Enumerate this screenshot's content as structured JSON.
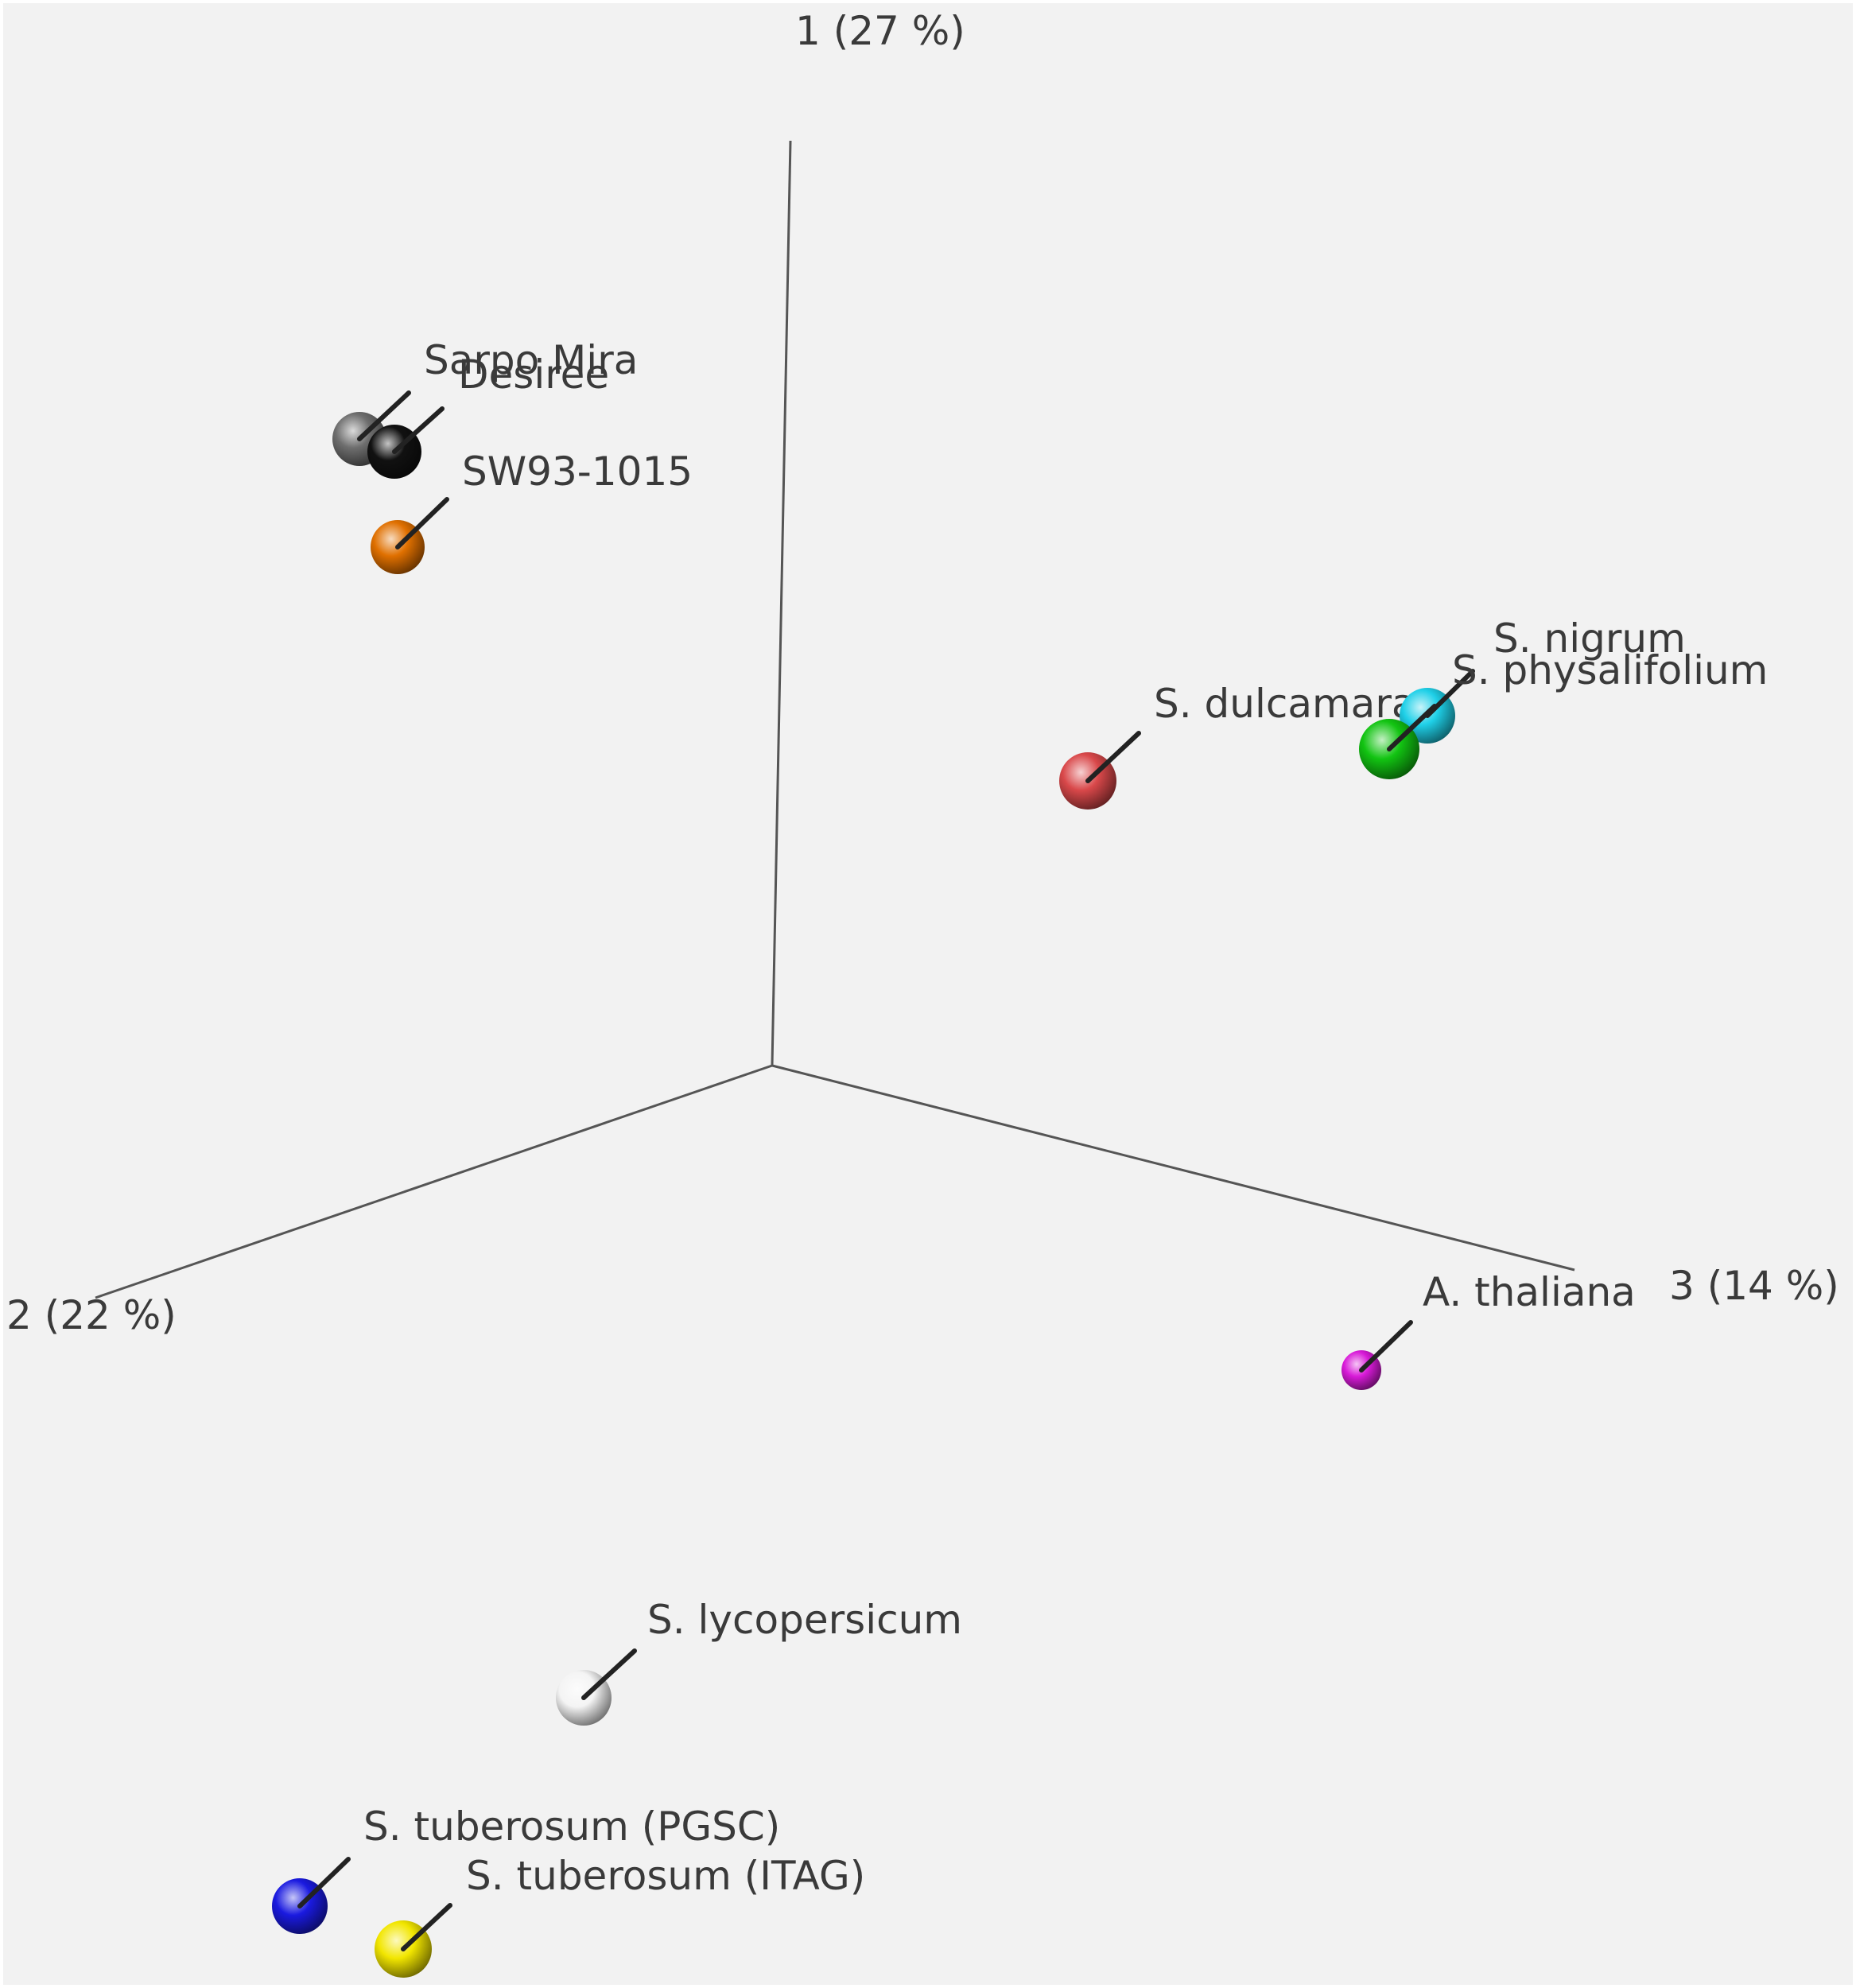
{
  "chart_data": {
    "type": "scatter",
    "subtype": "3d-pca",
    "title": "",
    "axes": [
      {
        "id": "1",
        "label": "1 (27 %)"
      },
      {
        "id": "2",
        "label": "2 (22 %)"
      },
      {
        "id": "3",
        "label": "3 (14 %)"
      }
    ],
    "grid": false,
    "legend": "none",
    "points": [
      {
        "label": "Sarpo Mira",
        "color": "#6e6e6e",
        "label_offset": 0
      },
      {
        "label": "Desiree",
        "color": "#111111",
        "label_offset": 1
      },
      {
        "label": "SW93-1015",
        "color": "#e07000",
        "label_offset": 2
      },
      {
        "label": "S. dulcamara",
        "color": "#d9484a",
        "label_offset": 3
      },
      {
        "label": "S. nigrum",
        "color": "#1fd0e8",
        "label_offset": 4
      },
      {
        "label": "S. physalifolium",
        "color": "#12c412",
        "label_offset": 5
      },
      {
        "label": "A. thaliana",
        "color": "#d81ad8",
        "label_offset": 6
      },
      {
        "label": "S. lycopersicum",
        "color": "#f4f4f4",
        "label_offset": 7
      },
      {
        "label": "S. tuberosum (PGSC)",
        "color": "#1a1ae0",
        "label_offset": 8
      },
      {
        "label": "S. tuberosum (ITAG)",
        "color": "#f2e600",
        "label_offset": 9
      }
    ]
  }
}
